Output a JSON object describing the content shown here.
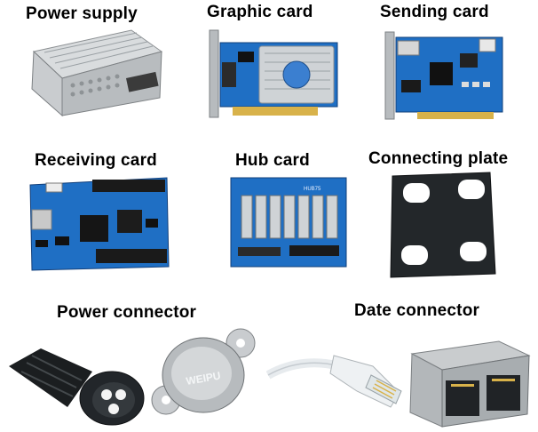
{
  "labels": {
    "power_supply": "Power supply",
    "graphic_card": "Graphic card",
    "sending_card": "Sending card",
    "receiving_card": "Receiving card",
    "hub_card": "Hub card",
    "connecting_plate": "Connecting plate",
    "power_connector": "Power connector",
    "date_connector": "Date connector"
  },
  "logos": {
    "weipu": "WEIPU",
    "hub_marking": "HUB75"
  },
  "colors": {
    "pcb_blue": "#1f6fc4",
    "pcb_dark": "#123f7a",
    "metal": "#bfc3c6",
    "plate_black": "#23272a",
    "cable_white": "#eef1f3"
  }
}
